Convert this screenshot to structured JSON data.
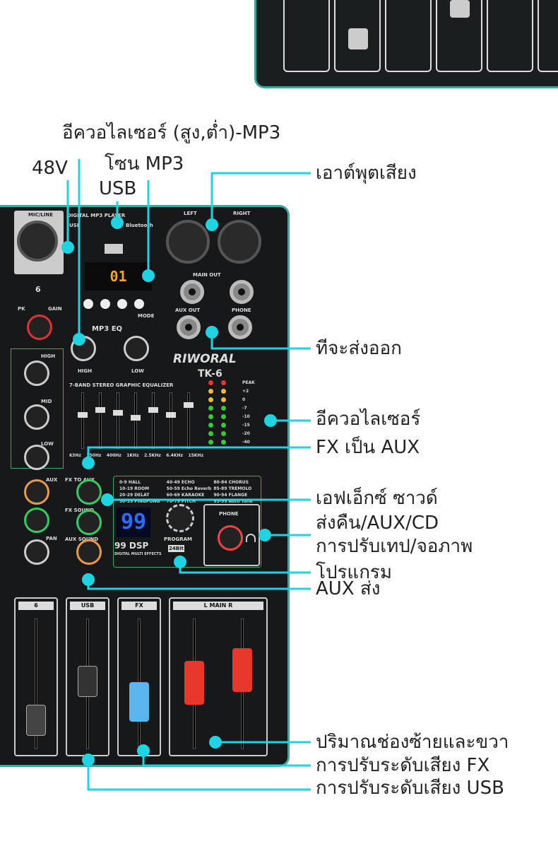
{
  "callouts": {
    "eq_mp3": "อีควอไลเซอร์ (สูง,ต่ำ)-MP3",
    "phantom": "48V",
    "mp3_zone": "โซน MP3",
    "usb": "USB",
    "audio_output": "เอาต์พุตเสียง",
    "outputs": "ทีจะส่งออก",
    "equalizer": "อีควอไลเซอร์",
    "fx_to_aux": "FX เป็น AUX",
    "fx_sound": "เอฟเอ็กซ์ ซาวด์",
    "return": "ส่งคืน/AUX/CD",
    "tape_monitor": "การปรับเทป/จอภาพ",
    "program": "โปรแกรม",
    "aux_send": "AUX ส่ง",
    "lr_volume": "ปริมาณช่องซ้ายและขวา",
    "fx_volume": "การปรับระดับเสียง FX",
    "usb_volume": "การปรับระดับเสียง USB"
  },
  "device": {
    "brand": "RIWORAL",
    "model": "TK-6",
    "mic_line": "MIC/LINE",
    "channel": "6",
    "mp3_player": "DIGITAL MP3 PLAYER",
    "bluetooth": "Bluetooth",
    "usb": "USB",
    "mp3_display": "01",
    "mode": "MODE",
    "mp3_eq": "MP3 EQ",
    "high": "HIGH",
    "low": "LOW",
    "mid": "MID",
    "gain": "GAIN",
    "pk": "PK",
    "aux": "AUX",
    "pan": "PAN",
    "left": "LEFT",
    "right": "RIGHT",
    "main_out": "MAIN OUT",
    "aux_out": "AUX OUT",
    "phone": "PHONE",
    "geq_title": "7-BAND STEREO GRAPHIC EQUALIZER",
    "geq_bands": [
      "63Hz",
      "150Hz",
      "400Hz",
      "1KHz",
      "2.5KHz",
      "6.4KHz",
      "15KHz"
    ],
    "meter_labels": [
      "PEAK",
      "+2",
      "0",
      "-7",
      "-10",
      "-15",
      "-20",
      "-40"
    ],
    "fx_presets": [
      "0-9 HALL",
      "10-19 ROOM",
      "20-29 DELAT",
      "30-39 PINGPONG",
      "40-49 ECHO",
      "50-59 Echo Reverb",
      "60-69 KARAOKE",
      "70-79 PITCH",
      "80-84 CHORUS",
      "85-89 TREMOLO",
      "90-94 FLANGE",
      "95-99 Auto Tune"
    ],
    "fx_display": "99",
    "dsp": "99 DSP",
    "dsp_sub": "DIGITAL MULTI EFFECTS",
    "program": "PROGRAM",
    "bit": "24Bit",
    "fx_to_aux": "FX TO AUX",
    "fx_sound": "FX SOUND",
    "aux_sound": "AUX SOUND",
    "strips": [
      "6",
      "USB",
      "FX",
      "L   MAIN   R"
    ]
  },
  "colors": {
    "accent": "#1fd3e0",
    "panel_border": "#3aa7a0",
    "fx_fader": "#5ab4ee",
    "main_fader": "#e8372c"
  }
}
